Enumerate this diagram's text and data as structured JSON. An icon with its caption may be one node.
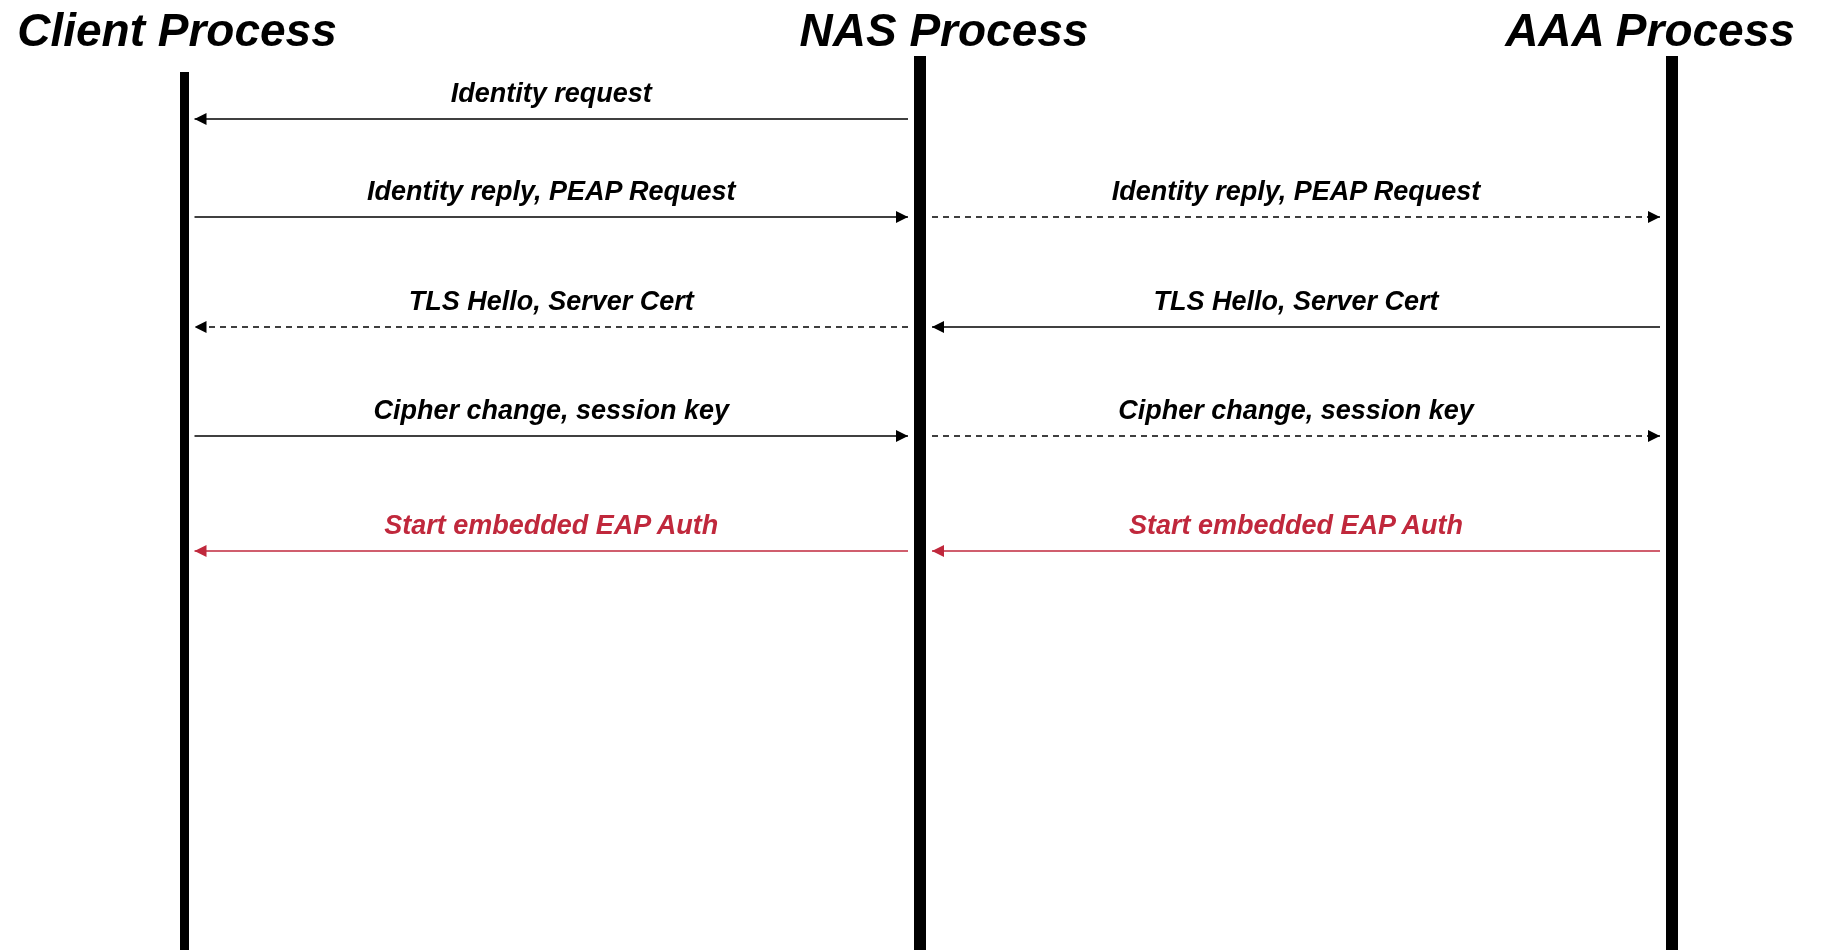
{
  "diagram": {
    "nodes": [
      {
        "text": [
          "Client Process"
        ]
      },
      {
        "text": [
          "NAS Process"
        ]
      },
      {
        "text": [
          "AAA Process"
        ]
      }
    ],
    "edges": [
      {
        "from": 1,
        "to": 0,
        "arrow": "to",
        "label": "Identity request"
      },
      {
        "from": 0,
        "to": 1,
        "arrow": "to",
        "label": "Identity reply, PEAP Request"
      },
      {
        "from": 1,
        "to": 2,
        "arrow": "to",
        "label": "Identity reply, PEAP Request",
        "style": "dashed"
      },
      {
        "from": 1,
        "to": 0,
        "arrow": "to",
        "label": "TLS Hello, Server Cert",
        "style": "dashed"
      },
      {
        "from": 2,
        "to": 1,
        "arrow": "to",
        "label": "TLS Hello, Server Cert"
      },
      {
        "from": 0,
        "to": 1,
        "arrow": "to",
        "label": "Cipher change, session key"
      },
      {
        "from": 1,
        "to": 2,
        "arrow": "to",
        "label": "Cipher change, session key",
        "style": "dashed"
      },
      {
        "from": 1,
        "to": 0,
        "arrow": "to",
        "label": "Start embedded EAP Auth",
        "color": "#c0283c"
      },
      {
        "from": 2,
        "to": 1,
        "arrow": "to",
        "label": "Start embedded EAP Auth",
        "color": "#c0283c"
      }
    ]
  }
}
